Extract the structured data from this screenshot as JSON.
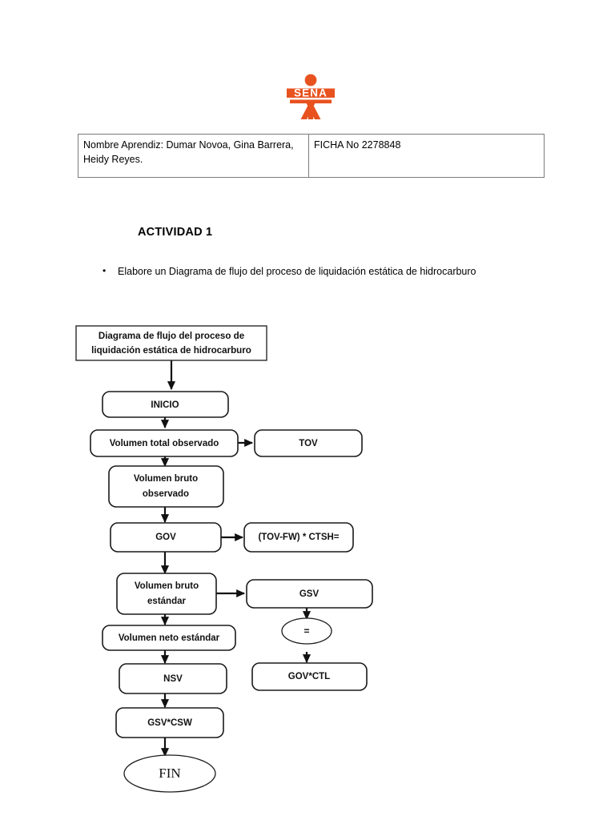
{
  "logo": {
    "name": "SENA",
    "wordmark": "SENA",
    "color": "#E8521F"
  },
  "info_table": {
    "rows": [
      {
        "left": "Nombre Aprendiz: Dumar Novoa, Gina Barrera, Heidy Reyes.",
        "right": "FICHA No 2278848"
      }
    ]
  },
  "activity": {
    "title": "ACTIVIDAD 1",
    "bullet_marker": "•",
    "bullet_text": "Elabore un Diagrama de flujo del proceso de liquidación estática de hidrocarburo"
  },
  "flowchart": {
    "title_line1": "Diagrama de flujo del proceso de",
    "title_line2": "liquidación estática de hidrocarburo",
    "nodes": {
      "inicio": "INICIO",
      "volumen_total_observado": "Volumen total observado",
      "tov": "TOV",
      "volumen_bruto_observado_l1": "Volumen bruto",
      "volumen_bruto_observado_l2": "observado",
      "gov": "GOV",
      "formula_ctsh": "(TOV-FW) * CTSH=",
      "volumen_bruto_estandar_l1": "Volumen bruto",
      "volumen_bruto_estandar_l2": "estándar",
      "gsv": "GSV",
      "equals": "=",
      "gov_ctl": "GOV*CTL",
      "volumen_neto_estandar": "Volumen neto estándar",
      "nsv": "NSV",
      "gsv_csw": "GSV*CSW",
      "fin": "FIN"
    }
  }
}
